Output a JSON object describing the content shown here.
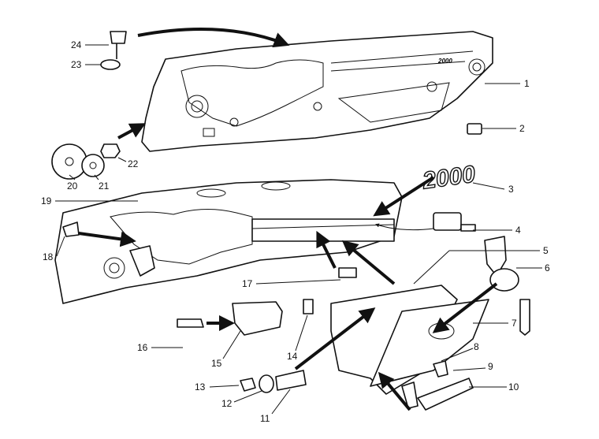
{
  "diagram": {
    "emblem_text": "2000",
    "dash_badge_text": "2000",
    "callouts": [
      "1",
      "2",
      "3",
      "4",
      "5",
      "6",
      "7",
      "8",
      "9",
      "10",
      "11",
      "12",
      "13",
      "14",
      "15",
      "16",
      "17",
      "18",
      "19",
      "20",
      "21",
      "22",
      "23",
      "24"
    ]
  }
}
